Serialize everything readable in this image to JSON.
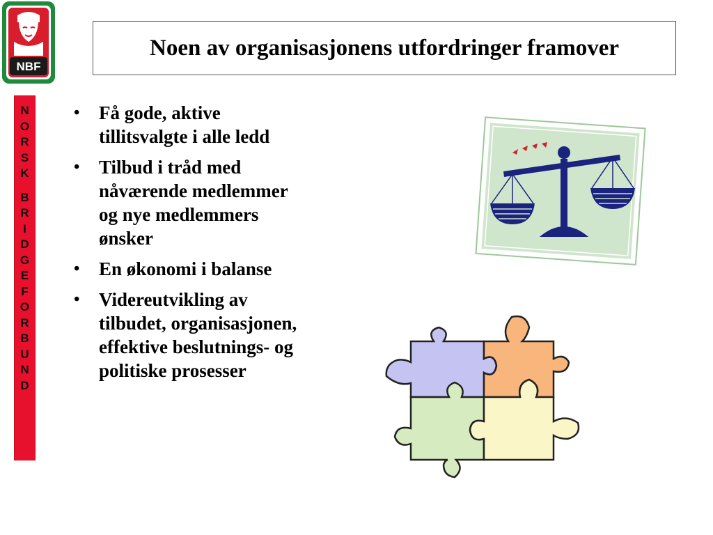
{
  "logo": {
    "text": "NBF",
    "icon": "jack-of-spades-logo-icon"
  },
  "title": "Noen av organisasjonens utfordringer framover",
  "side_strip": {
    "word1": [
      "N",
      "O",
      "R",
      "S",
      "K"
    ],
    "word2": [
      "B",
      "R",
      "I",
      "D",
      "G",
      "E",
      "F",
      "O",
      "R",
      "B",
      "U",
      "N",
      "D"
    ]
  },
  "bullets": [
    {
      "line1": "Få gode, aktive",
      "line2": "tillitsvalgte i alle ledd"
    },
    {
      "line1": "Tilbud i tråd med",
      "line2": "nåværende medlemmer",
      "line3": "og nye medlemmers",
      "line4": "ønsker"
    },
    {
      "line1": "En økonomi i balanse"
    },
    {
      "line1": "Videreutvikling av",
      "line2": "tilbudet, organisasjonen,",
      "line3": "effektive beslutnings- og",
      "line4": "politiske prosesser"
    }
  ],
  "images": {
    "scale": "balance-scale-icon",
    "puzzle": "puzzle-pieces-icon"
  },
  "colors": {
    "strip_red": "#e8112d",
    "logo_green": "#1f8a3b",
    "scale_navy": "#1a237e",
    "scale_bg": "#cfe5cc",
    "puzzle_purple": "#c5c3f2",
    "puzzle_orange": "#f8b67c",
    "puzzle_green": "#d6ebc0",
    "puzzle_yellow": "#fbf6c8"
  }
}
